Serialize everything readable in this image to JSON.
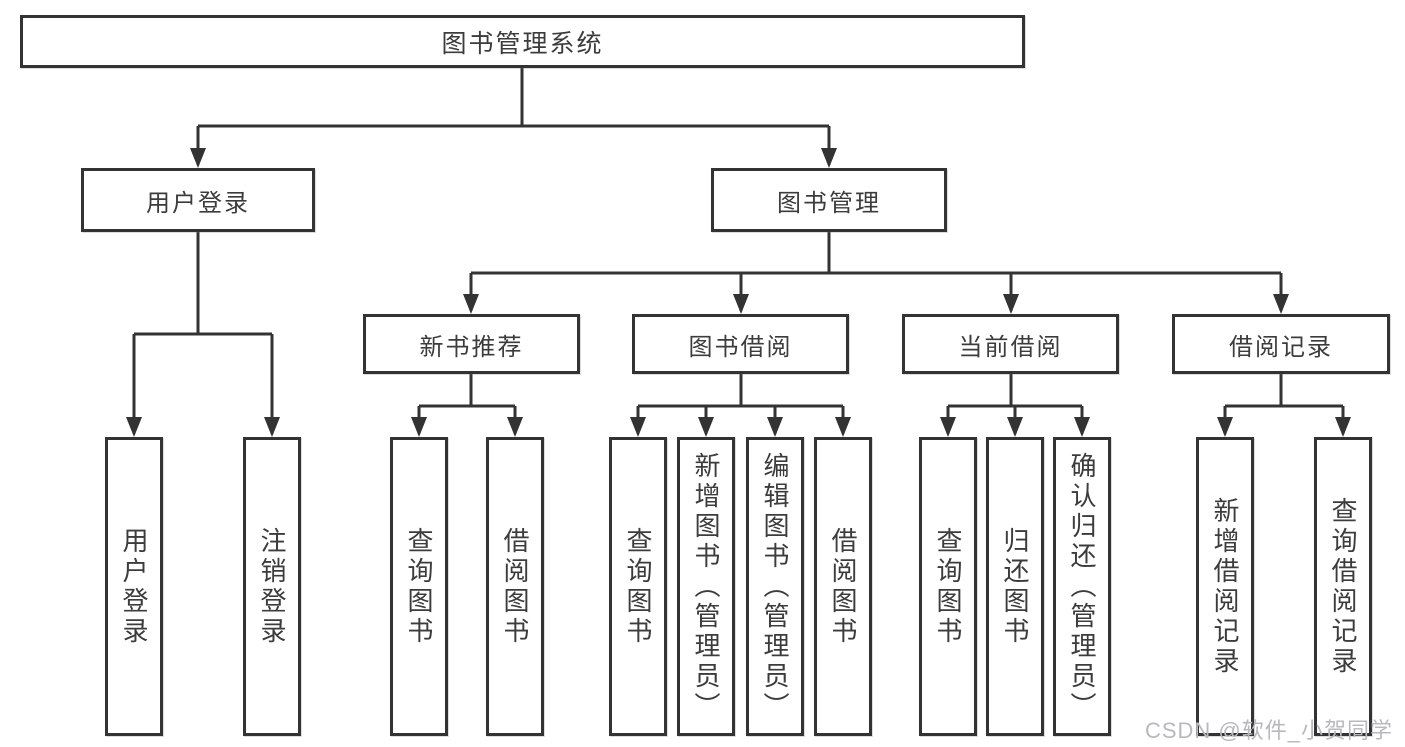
{
  "tree": {
    "label": "图书管理系统",
    "children": [
      {
        "label": "用户登录",
        "children": [
          {
            "label": "用户登录"
          },
          {
            "label": "注销登录"
          }
        ]
      },
      {
        "label": "图书管理",
        "children": [
          {
            "label": "新书推荐",
            "children": [
              {
                "label": "查询图书"
              },
              {
                "label": "借阅图书"
              }
            ]
          },
          {
            "label": "图书借阅",
            "children": [
              {
                "label": "查询图书"
              },
              {
                "label": "新增图书（管理员）"
              },
              {
                "label": "编辑图书（管理员）"
              },
              {
                "label": "借阅图书"
              }
            ]
          },
          {
            "label": "当前借阅",
            "children": [
              {
                "label": "查询图书"
              },
              {
                "label": "归还图书"
              },
              {
                "label": "确认归还（管理员）"
              }
            ]
          },
          {
            "label": "借阅记录",
            "children": [
              {
                "label": "新增借阅记录"
              },
              {
                "label": "查询借阅记录"
              }
            ]
          }
        ]
      }
    ]
  },
  "watermark": {
    "text": "CSDN @软件_小贺同学"
  },
  "colors": {
    "line": "#333333",
    "text": "#3c3c3c",
    "box_background": "#ffffff",
    "page_background": "#ffffff",
    "watermark": "#b9b9bd"
  }
}
